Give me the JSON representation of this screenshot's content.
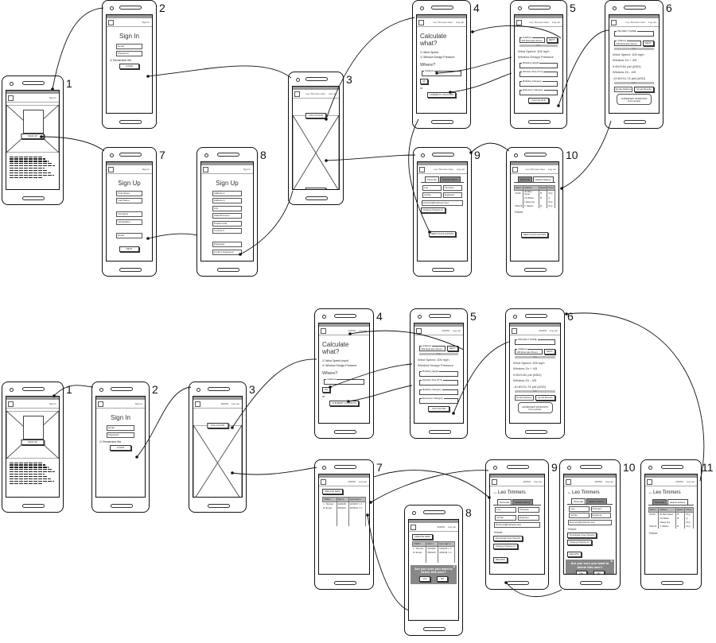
{
  "title": "Wind load calculator app wireframe flows",
  "flows": {
    "user": [
      {
        "num": "1",
        "appbar": [
          "Sign In"
        ],
        "items": [
          {
            "k": "hero",
            "t": "SIGN UP"
          },
          {
            "k": "lorem"
          }
        ]
      },
      {
        "num": "2",
        "appbar": [
          "Sign In"
        ],
        "items": [
          {
            "k": "h",
            "t": "Sign In"
          },
          {
            "k": "in",
            "t": "Email"
          },
          {
            "k": "in",
            "t": "Password"
          },
          {
            "k": "chk",
            "t": "Remember Me"
          },
          {
            "k": "btn",
            "t": "LOGIN"
          }
        ]
      },
      {
        "num": "3",
        "appbar": [
          "Leo Timmers User",
          "Log out"
        ],
        "items": [
          {
            "k": "hero2",
            "t": "CALCULATE",
            "t2": "HISTORY"
          }
        ]
      },
      {
        "num": "4",
        "appbar": [
          "Leo Timmers User",
          "Log out"
        ],
        "items": [
          {
            "k": "h",
            "t": "Calculate what?"
          },
          {
            "k": "chk",
            "t": "Wind Speed"
          },
          {
            "k": "chk",
            "t": "Window Design Pressure"
          },
          {
            "k": "hs",
            "t": "Where?"
          },
          {
            "k": "fld",
            "t": "Address",
            "v": ""
          },
          {
            "k": "btnl",
            "t": "OK"
          },
          {
            "k": "txt",
            "t": "or"
          },
          {
            "k": "btn",
            "t": "CURRENT LOCATION"
          }
        ]
      },
      {
        "num": "5",
        "appbar": [
          "Leo Timmers User",
          "Log out"
        ],
        "items": [
          {
            "k": "gap"
          },
          {
            "k": "fldbtn",
            "t": "Address",
            "v": "103 Example Street",
            "b": "NEXT"
          },
          {
            "k": "sep",
            "t": "Hide"
          },
          {
            "k": "txt",
            "t": "Wind Speed: 105 mph"
          },
          {
            "k": "txt",
            "t": "Window Design Pressure"
          },
          {
            "k": "fld",
            "t": "Building Height",
            "v": ""
          },
          {
            "k": "fld",
            "t": "Window Size (ft^2)",
            "v": ""
          },
          {
            "k": "fld",
            "t": "Building Category",
            "v": ""
          },
          {
            "k": "fld",
            "t": "Exposure Category",
            "v": ""
          },
          {
            "k": "btn",
            "t": "CALCULATE"
          }
        ]
      },
      {
        "num": "6",
        "appbar": [
          "Leo Timmers User",
          "Log out"
        ],
        "items": [
          {
            "k": "fld",
            "t": "PROJECT NAME",
            "v": ""
          },
          {
            "k": "fldbtn",
            "t": "Address",
            "v": "103 Example Street",
            "b": "NEXT"
          },
          {
            "k": "sep",
            "t": "Hide"
          },
          {
            "k": "txt",
            "t": "Wind Speed: 105 mph"
          },
          {
            "k": "txt",
            "t": "Window Zn + 4/5"
          },
          {
            "k": "txt",
            "t": "9.8V/9.81 psf (ASD)"
          },
          {
            "k": "txt",
            "t": "Window Zn - 4/5"
          },
          {
            "k": "txt",
            "t": "-10.8V/11.74 psf (ASD)"
          },
          {
            "k": "sep",
            "t": "Hide"
          },
          {
            "k": "inbtn",
            "t": "Email Address",
            "b": "Email Results"
          },
          {
            "k": "card",
            "t": "ANDERSEN WINDOWS",
            "s": "Find a window"
          }
        ]
      },
      {
        "num": "7",
        "appbar": [
          "Sign In"
        ],
        "items": [
          {
            "k": "h",
            "t": "Sign Up"
          },
          {
            "k": "in",
            "t": "First Name"
          },
          {
            "k": "in",
            "t": "Last Name"
          },
          {
            "k": "gap"
          },
          {
            "k": "in",
            "t": "Company"
          },
          {
            "k": "in",
            "t": "Occupation"
          },
          {
            "k": "gap"
          },
          {
            "k": "in",
            "t": "Email"
          },
          {
            "k": "gap"
          },
          {
            "k": "btn",
            "t": "NEXT"
          }
        ]
      },
      {
        "num": "8",
        "appbar": [
          "Sign In"
        ],
        "items": [
          {
            "k": "h",
            "t": "Sign Up"
          },
          {
            "k": "in",
            "t": "Address 1"
          },
          {
            "k": "in",
            "t": "Address 2"
          },
          {
            "k": "in",
            "t": "City"
          },
          {
            "k": "in",
            "t": "State/Province"
          },
          {
            "k": "in",
            "t": "Postal Code"
          },
          {
            "k": "in",
            "t": "Country ▾"
          },
          {
            "k": "gap"
          },
          {
            "k": "in",
            "t": "Password"
          },
          {
            "k": "in",
            "t": "Confirm Password"
          },
          {
            "k": "gap"
          },
          {
            "k": "btn",
            "t": "FINISH"
          }
        ]
      },
      {
        "num": "9",
        "appbar": [
          "Leo Timmers User",
          "Log out"
        ],
        "items": [
          {
            "k": "tabs",
            "t": [
              "Personal",
              "Search History"
            ],
            "on": 0
          },
          {
            "k": "row2",
            "a": "Leo",
            "b": "Timmers"
          },
          {
            "k": "row2",
            "a": "Archie",
            "b": "Engineer"
          },
          {
            "k": "inw",
            "t": "ltimmers@business.test"
          },
          {
            "k": "btnl",
            "t": "Change Password"
          },
          {
            "k": "spacer"
          },
          {
            "k": "btn",
            "t": "NEW CALCULATION"
          }
        ]
      },
      {
        "num": "10",
        "appbar": [
          "Leo Timmers User",
          "Log out"
        ],
        "items": [
          {
            "k": "tabs",
            "t": [
              "Personal",
              "Search History"
            ],
            "on": 1
          },
          {
            "k": "table",
            "cols": [
              "Date ▾",
              "Address",
              "Speed",
              "Press"
            ],
            "rows": [
              [
                "6/1/15",
                "40 Main Street",
                "☒",
                "☒ Q"
              ],
              [
                "",
                "2 N Butler",
                "☒",
                "Q"
              ],
              [
                "",
                "1 Easy Ave",
                "",
                "☒ Q"
              ],
              [
                "8/21/15",
                "1\" Waters",
                "☒",
                "☒ Q"
              ]
            ]
          },
          {
            "k": "txt",
            "t": "+More"
          },
          {
            "k": "spacer"
          },
          {
            "k": "btn",
            "t": "NEW CALCULATION"
          }
        ]
      }
    ],
    "admin": [
      {
        "num": "1",
        "appbar": [
          "Sign In"
        ],
        "items": [
          {
            "k": "hero",
            "t": "SIGN UP"
          },
          {
            "k": "lorem"
          }
        ]
      },
      {
        "num": "2",
        "appbar": [
          "Sign In"
        ],
        "items": [
          {
            "k": "h",
            "t": "Sign In"
          },
          {
            "k": "in",
            "t": "Email"
          },
          {
            "k": "in",
            "t": "Password"
          },
          {
            "k": "chk",
            "t": "Remember Me"
          },
          {
            "k": "btn",
            "t": "LOGIN"
          }
        ]
      },
      {
        "num": "3",
        "appbar": [
          "ADMIN",
          "Log out"
        ],
        "items": [
          {
            "k": "hero2",
            "t": "CALCULATE",
            "t2": "MANAGE USERS"
          }
        ]
      },
      {
        "num": "4",
        "appbar": [
          "ADMIN",
          "Log out"
        ],
        "items": [
          {
            "k": "h",
            "t": "Calculate what?"
          },
          {
            "k": "chk",
            "t": "Wind Speed (mph)"
          },
          {
            "k": "chk",
            "t": "Window Design Pressure"
          },
          {
            "k": "hs",
            "t": "Where?"
          },
          {
            "k": "fld",
            "t": "Address",
            "v": ""
          },
          {
            "k": "btnl",
            "t": "OK"
          },
          {
            "k": "txt",
            "t": "or"
          },
          {
            "k": "btn",
            "t": "CURRENT LOCATION"
          }
        ]
      },
      {
        "num": "5",
        "appbar": [
          "ADMIN",
          "Log out"
        ],
        "items": [
          {
            "k": "gap"
          },
          {
            "k": "fldbtn",
            "t": "Address",
            "v": "103 Example Street",
            "b": "NEXT"
          },
          {
            "k": "sep",
            "t": "Hide"
          },
          {
            "k": "txt",
            "t": "Wind Speed: 105 mph"
          },
          {
            "k": "txt",
            "t": "Window Design Pressure"
          },
          {
            "k": "fld",
            "t": "Building Height",
            "v": ""
          },
          {
            "k": "fld",
            "t": "Window Size (ft^2)",
            "v": ""
          },
          {
            "k": "fld",
            "t": "Building Category",
            "v": ""
          },
          {
            "k": "fld",
            "t": "Exposure Category",
            "v": ""
          },
          {
            "k": "btn",
            "t": "CALCULATE"
          }
        ]
      },
      {
        "num": "6",
        "appbar": [
          "ADMIN",
          "Log out"
        ],
        "items": [
          {
            "k": "fld",
            "t": "PROJECT NAME",
            "v": ""
          },
          {
            "k": "fldbtn",
            "t": "Address",
            "v": "103 Example Street",
            "b": "NEXT"
          },
          {
            "k": "sep",
            "t": "Hide"
          },
          {
            "k": "txt",
            "t": "Wind Speed: 105 mph"
          },
          {
            "k": "txt",
            "t": "Window Zn + 4/5"
          },
          {
            "k": "txt",
            "t": "9.8V/9.81 psf (ASD)"
          },
          {
            "k": "txt",
            "t": "Window Zn - 4/5"
          },
          {
            "k": "txt",
            "t": "-10.8V/11.74 psf (ASD)"
          },
          {
            "k": "sep",
            "t": "Hide"
          },
          {
            "k": "inbtn",
            "t": "Email Address",
            "b": "Email Results"
          },
          {
            "k": "card",
            "t": "ANDERSEN WINDOWS",
            "s": "Find a window"
          }
        ]
      },
      {
        "num": "7",
        "appbar": [
          "ADMIN",
          "Log out"
        ],
        "items": [
          {
            "k": "btnl",
            "t": "CREATE NEW"
          },
          {
            "k": "table",
            "cols": [
              "USER ▾",
              "Start ▾",
              "Last Login ▾"
            ],
            "rows": [
              [
                "L. Timmers",
                "04/04/05",
                "10/10/15 ✎ X"
              ],
              [
                "B. Ernest",
                "05/04/10",
                "03/15/16 ✎ X"
              ],
              [
                "",
                "",
                ""
              ],
              [
                "",
                "",
                ""
              ],
              [
                "",
                "",
                ""
              ],
              [
                "",
                "",
                ""
              ]
            ]
          }
        ]
      },
      {
        "num": "8",
        "appbar": [
          "ADMIN",
          "Log out"
        ],
        "items": [
          {
            "k": "btnl",
            "t": "CREATE NEW"
          },
          {
            "k": "table",
            "cols": [
              "USER ▾",
              "Start ▾",
              "Last Login ▾"
            ],
            "rows": [
              [
                "L. Timmers",
                "04/04/05",
                "10/10/15 ✎ X"
              ],
              [
                "B. Ernest",
                "05/04/10",
                "03/15/16 ✎ X"
              ],
              [
                "",
                "",
                ""
              ],
              [
                "",
                "",
                ""
              ]
            ]
          },
          {
            "k": "dialog",
            "t": "Are you sure you want to delete this user?",
            "yes": "Yes",
            "no": "NO",
            "x": "X"
          }
        ]
      },
      {
        "num": "9",
        "appbar": [
          "ADMIN",
          "Log out"
        ],
        "items": [
          {
            "k": "back",
            "t": "Leo Timmers"
          },
          {
            "k": "tabs",
            "t": [
              "Personal",
              "Search History"
            ],
            "on": 0
          },
          {
            "k": "row2",
            "a": "Leo",
            "b": "Timmers"
          },
          {
            "k": "row2",
            "a": "Archie",
            "b": "Engineer"
          },
          {
            "k": "inw",
            "t": "ltimmers@business.test"
          },
          {
            "k": "txt",
            "t": "+More"
          },
          {
            "k": "btnl",
            "t": "Download User Results"
          },
          {
            "k": "btnl",
            "t": "Change Password"
          },
          {
            "k": "gap"
          },
          {
            "k": "btnl",
            "t": "DELETE"
          }
        ]
      },
      {
        "num": "10",
        "appbar": [
          "ADMIN",
          "Log out"
        ],
        "items": [
          {
            "k": "back",
            "t": "Leo Timmers"
          },
          {
            "k": "tabs",
            "t": [
              "Personal",
              "Search History"
            ],
            "on": 0
          },
          {
            "k": "row2",
            "a": "Leo",
            "b": "Timmers"
          },
          {
            "k": "row2",
            "a": "Archie",
            "b": "Engineer"
          },
          {
            "k": "inw",
            "t": "ltimmers@business.test"
          },
          {
            "k": "txt",
            "t": "+More"
          },
          {
            "k": "btnl",
            "t": "Download User Results"
          },
          {
            "k": "btnl",
            "t": "Change Password"
          },
          {
            "k": "gap"
          },
          {
            "k": "btnl",
            "t": "DELETE"
          },
          {
            "k": "dialog",
            "t": "Are you sure you want to delete this user?",
            "yes": "Yes",
            "no": "NO",
            "x": "X"
          }
        ]
      },
      {
        "num": "11",
        "appbar": [
          "ADMIN",
          "Log out"
        ],
        "items": [
          {
            "k": "back",
            "t": "Leo Timmers"
          },
          {
            "k": "tabs",
            "t": [
              "Personal",
              "Search History"
            ],
            "on": 1
          },
          {
            "k": "table",
            "cols": [
              "Date ▾",
              "Address",
              "Speed",
              "Press"
            ],
            "rows": [
              [
                "6/1/15",
                "40 Main Street",
                "☒",
                "☒ Q"
              ],
              [
                "",
                "2 N Butler",
                "☒",
                "Q"
              ],
              [
                "",
                "1 Easy Ave",
                "",
                "☒ Q"
              ],
              [
                "8/21/15",
                "1\" Waters",
                "☒",
                "☒ Q"
              ]
            ]
          },
          {
            "k": "txt",
            "t": "+More"
          }
        ]
      }
    ]
  }
}
